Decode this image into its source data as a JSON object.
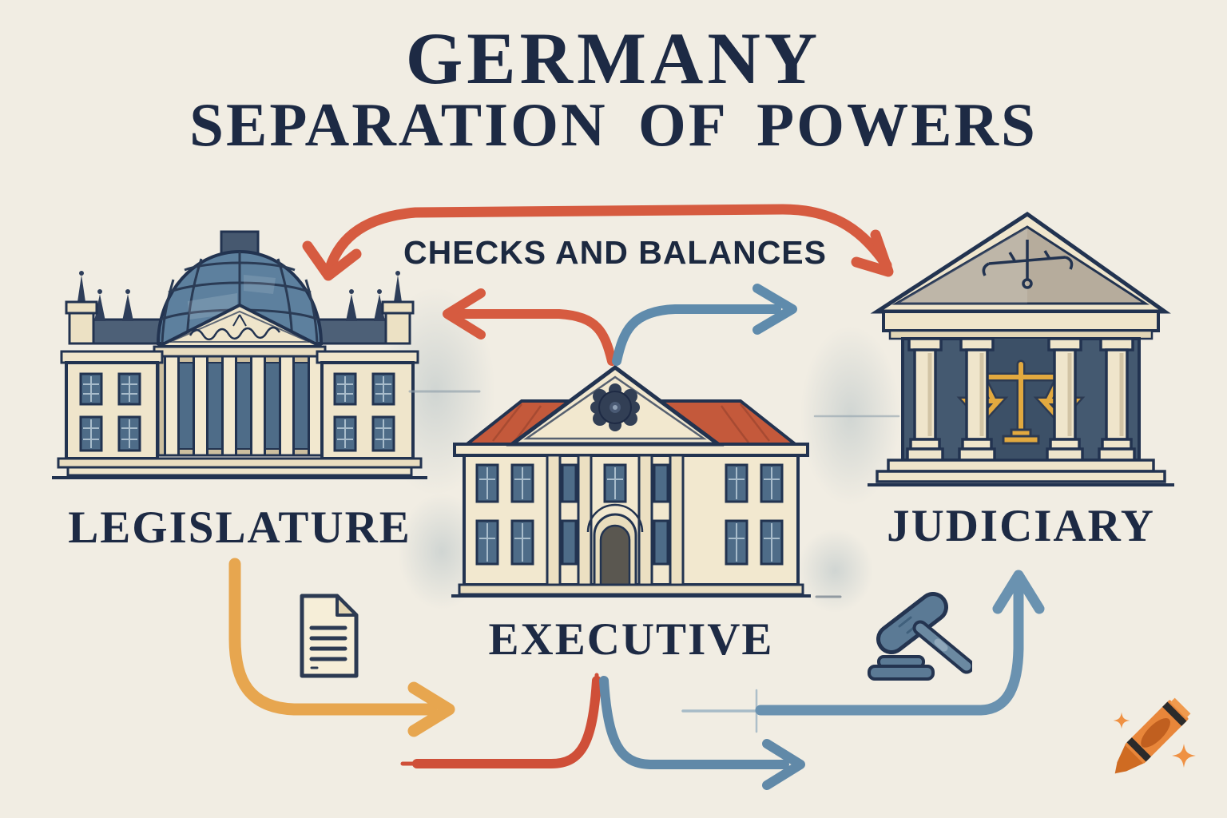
{
  "title": {
    "line1": "GERMANY",
    "line2": "SEPARATION OF POWERS"
  },
  "labels": {
    "checks_and_balances": "CHECKS AND BALANCES"
  },
  "branches": [
    {
      "id": "legislature",
      "label": "LEGISLATURE"
    },
    {
      "id": "executive",
      "label": "EXECUTIVE"
    },
    {
      "id": "judiciary",
      "label": "JUDICIARY"
    }
  ],
  "icons": [
    {
      "name": "document-icon"
    },
    {
      "name": "gavel-icon"
    },
    {
      "name": "scales-of-justice-icon"
    },
    {
      "name": "crayon-logo"
    }
  ],
  "arrows": [
    {
      "name": "legislature-judiciary-arc",
      "color": "#d65b40",
      "heads": "both-down"
    },
    {
      "name": "executive-to-legislature",
      "color": "#d65b40",
      "heads": "left"
    },
    {
      "name": "executive-to-judiciary",
      "color": "#5f8bac",
      "heads": "right"
    },
    {
      "name": "legislature-bottom-flow",
      "color": "#e7a64f",
      "heads": "right"
    },
    {
      "name": "bottom-up-to-executive",
      "color": "#cf4f38",
      "heads": "none"
    },
    {
      "name": "executive-bottom-flow",
      "color": "#6189a8",
      "heads": "right"
    },
    {
      "name": "bottom-up-to-judiciary",
      "color": "#6a92b0",
      "heads": "up"
    }
  ],
  "colors": {
    "background": "#f1ede3",
    "ink": "#223350",
    "text_navy": "#1d2a44",
    "red_arrow": "#d65b40",
    "blue_arrow": "#5f8bac",
    "yellow_arrow": "#e7a64f",
    "facade_cream": "#efe5cb",
    "dome_blue": "#5d809e",
    "roof_red": "#c4593b",
    "judiciary_wall": "#445970",
    "gold": "#e2a93f",
    "logo_orange": "#e8863a"
  }
}
